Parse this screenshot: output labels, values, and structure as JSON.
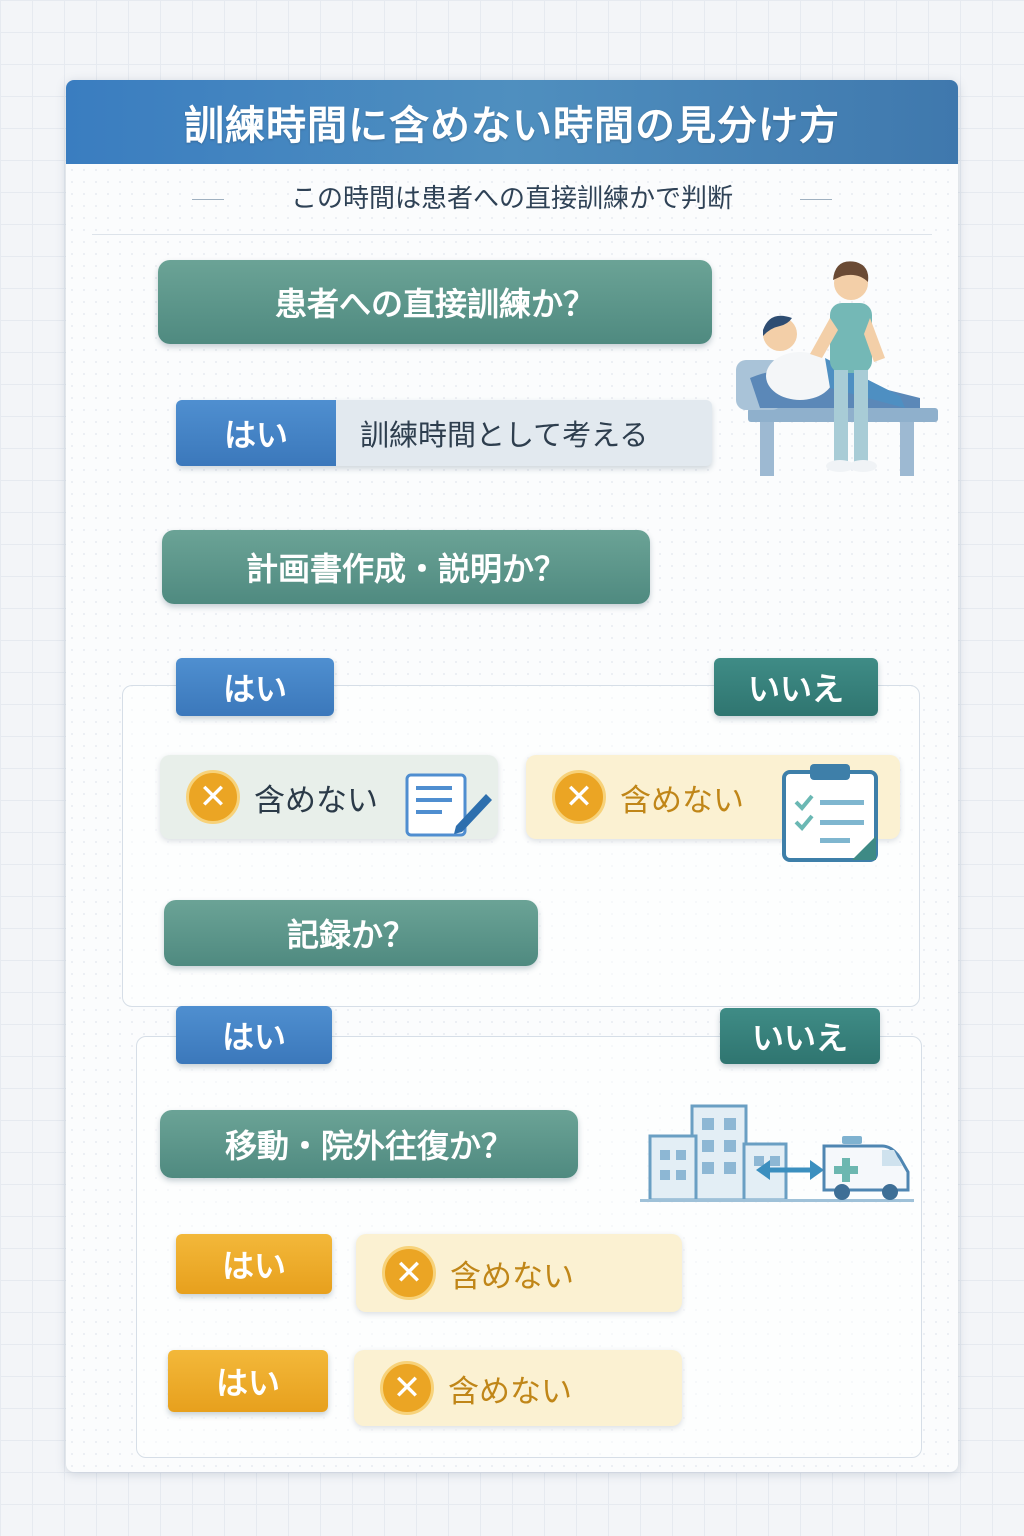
{
  "title": "訓練時間に含めない時間の見分け方",
  "subtitle": "この時間は患者への直接訓練かで判断",
  "step1": {
    "question": "患者への直接訓練か？",
    "yes_label": "はい",
    "yes_result": "訓練時間として考える"
  },
  "step2": {
    "question": "計画書作成・説明か？",
    "yes_label": "はい",
    "no_label": "いいえ",
    "yes_result": "含めない",
    "no_result": "含めない"
  },
  "step3": {
    "question": "記録か？",
    "yes_label": "はい",
    "no_label": "いいえ"
  },
  "step4": {
    "question": "移動・院外往復か？",
    "yes_label_1": "はい",
    "result_1": "含めない",
    "yes_label_2": "はい",
    "result_2": "含めない"
  },
  "icons": {
    "therapist": "therapist-patient-illustration",
    "document": "document-pen-icon",
    "clipboard": "clipboard-checklist-icon",
    "hospital": "hospital-building-icon",
    "ambulance": "ambulance-icon",
    "x": "x-circle-icon"
  },
  "colors": {
    "header": "#3a7dc0",
    "question": "#5a978b",
    "yes_blue": "#4585c6",
    "no_teal": "#347d78",
    "yes_orange": "#eda82a",
    "x_mark": "#eba524"
  }
}
